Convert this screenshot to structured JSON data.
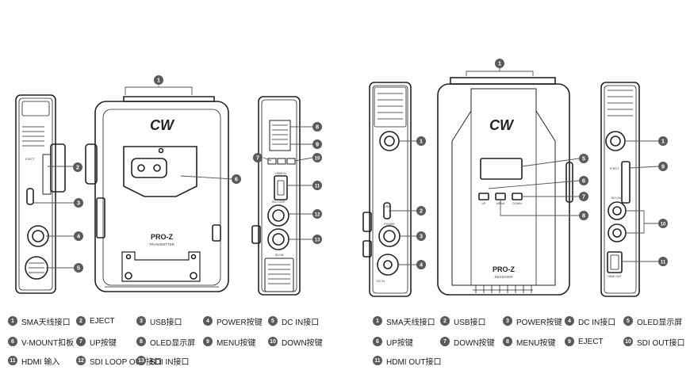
{
  "logo_text": "CW",
  "transmitter": {
    "model": "PRO-Z",
    "sub": "TRANSMITTER",
    "port_labels": {
      "eject": "EJECT",
      "hdmi_in": "HDMI IN",
      "sdi_loop": "SDI LOOP",
      "sdi_in": "SDI IN"
    }
  },
  "receiver": {
    "model": "PRO-Z",
    "sub": "RECEIVER",
    "button_labels": {
      "up": "UP",
      "menu": "MENU",
      "down": "DOWN"
    },
    "port_labels": {
      "usb": "USB",
      "power": "POWER",
      "dc_in": "DC IN",
      "eject": "EJECT",
      "sdi_out": "SDI OUT",
      "hdmi_out": "HDMI OUT"
    }
  },
  "callouts": {
    "tx_front": [
      "1",
      "6"
    ],
    "tx_left": [
      "2",
      "3",
      "4",
      "5"
    ],
    "tx_right": [
      "8",
      "9",
      "7",
      "10",
      "11",
      "12",
      "13"
    ],
    "rx_top": [
      "1"
    ],
    "rx_left": [
      "1",
      "2",
      "3",
      "4"
    ],
    "rx_front": [
      "5",
      "6",
      "7",
      "8"
    ],
    "rx_right": [
      "1",
      "9",
      "10",
      "11"
    ]
  },
  "legend_tx": [
    {
      "num": "1",
      "label": "SMA天线接口"
    },
    {
      "num": "2",
      "label": "EJECT"
    },
    {
      "num": "3",
      "label": "USB接口"
    },
    {
      "num": "4",
      "label": "POWER按键"
    },
    {
      "num": "5",
      "label": "DC IN接口"
    },
    {
      "num": "6",
      "label": "V-MOUNT扣板"
    },
    {
      "num": "7",
      "label": "UP按键"
    },
    {
      "num": "8",
      "label": "OLED显示屏"
    },
    {
      "num": "9",
      "label": "MENU按键"
    },
    {
      "num": "10",
      "label": "DOWN按键"
    },
    {
      "num": "11",
      "label": "HDMI 输入"
    },
    {
      "num": "12",
      "label": "SDI LOOP OUT接口"
    },
    {
      "num": "13",
      "label": "SDI IN接口"
    }
  ],
  "legend_rx": [
    {
      "num": "1",
      "label": "SMA天线接口"
    },
    {
      "num": "2",
      "label": "USB接口"
    },
    {
      "num": "3",
      "label": "POWER按键"
    },
    {
      "num": "4",
      "label": "DC IN接口"
    },
    {
      "num": "5",
      "label": "OLED显示屏"
    },
    {
      "num": "6",
      "label": "UP按键"
    },
    {
      "num": "7",
      "label": "DOWN按键"
    },
    {
      "num": "8",
      "label": "MENU按键"
    },
    {
      "num": "9",
      "label": "EJECT"
    },
    {
      "num": "10",
      "label": "SDI OUT接口"
    },
    {
      "num": "11",
      "label": "HDMI OUT接口"
    }
  ]
}
